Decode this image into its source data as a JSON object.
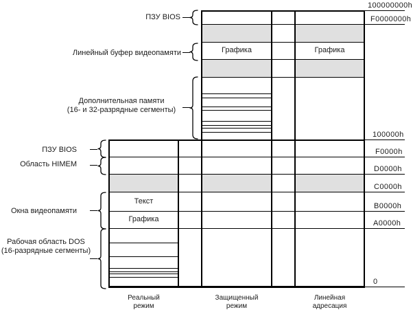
{
  "upper_labels": {
    "rom_bios": "ПЗУ BIOS",
    "linear_video_buffer": "Линейный буфер видеопамяти",
    "extended_memory_line1": "Дополнительная памяти",
    "extended_memory_line2": "(16- и 32-разрядные сегменты)"
  },
  "lower_labels": {
    "rom_bios": "ПЗУ BIOS",
    "himem_area": "Область HIMEM",
    "video_windows": "Окна видеопамяти",
    "dos_work_area_line1": "Рабочая область DOS",
    "dos_work_area_line2": "(16-разрядные сегменты)"
  },
  "address_labels": {
    "addr_4g": "100000000h",
    "addr_f0000000h": "F0000000h",
    "addr_100000h": "100000h",
    "addr_f0000h": "F0000h",
    "addr_d0000h": "D0000h",
    "addr_c0000h": "C0000h",
    "addr_b0000h": "B0000h",
    "addr_a0000h": "A0000h",
    "addr_zero": "0"
  },
  "block_labels": {
    "graphics_upper_protected": "Графика",
    "graphics_upper_linear": "Графика",
    "text_real": "Текст",
    "graphics_real": "Графика"
  },
  "column_captions": {
    "real_line1": "Реальный",
    "real_line2": "режим",
    "protected_line1": "Защищенный",
    "protected_line2": "режим",
    "linear_line1": "Линейная",
    "linear_line2": "адресация"
  },
  "colors": {
    "shaded_band": "#e0e0e0",
    "line": "#000000",
    "background": "#ffffff"
  }
}
